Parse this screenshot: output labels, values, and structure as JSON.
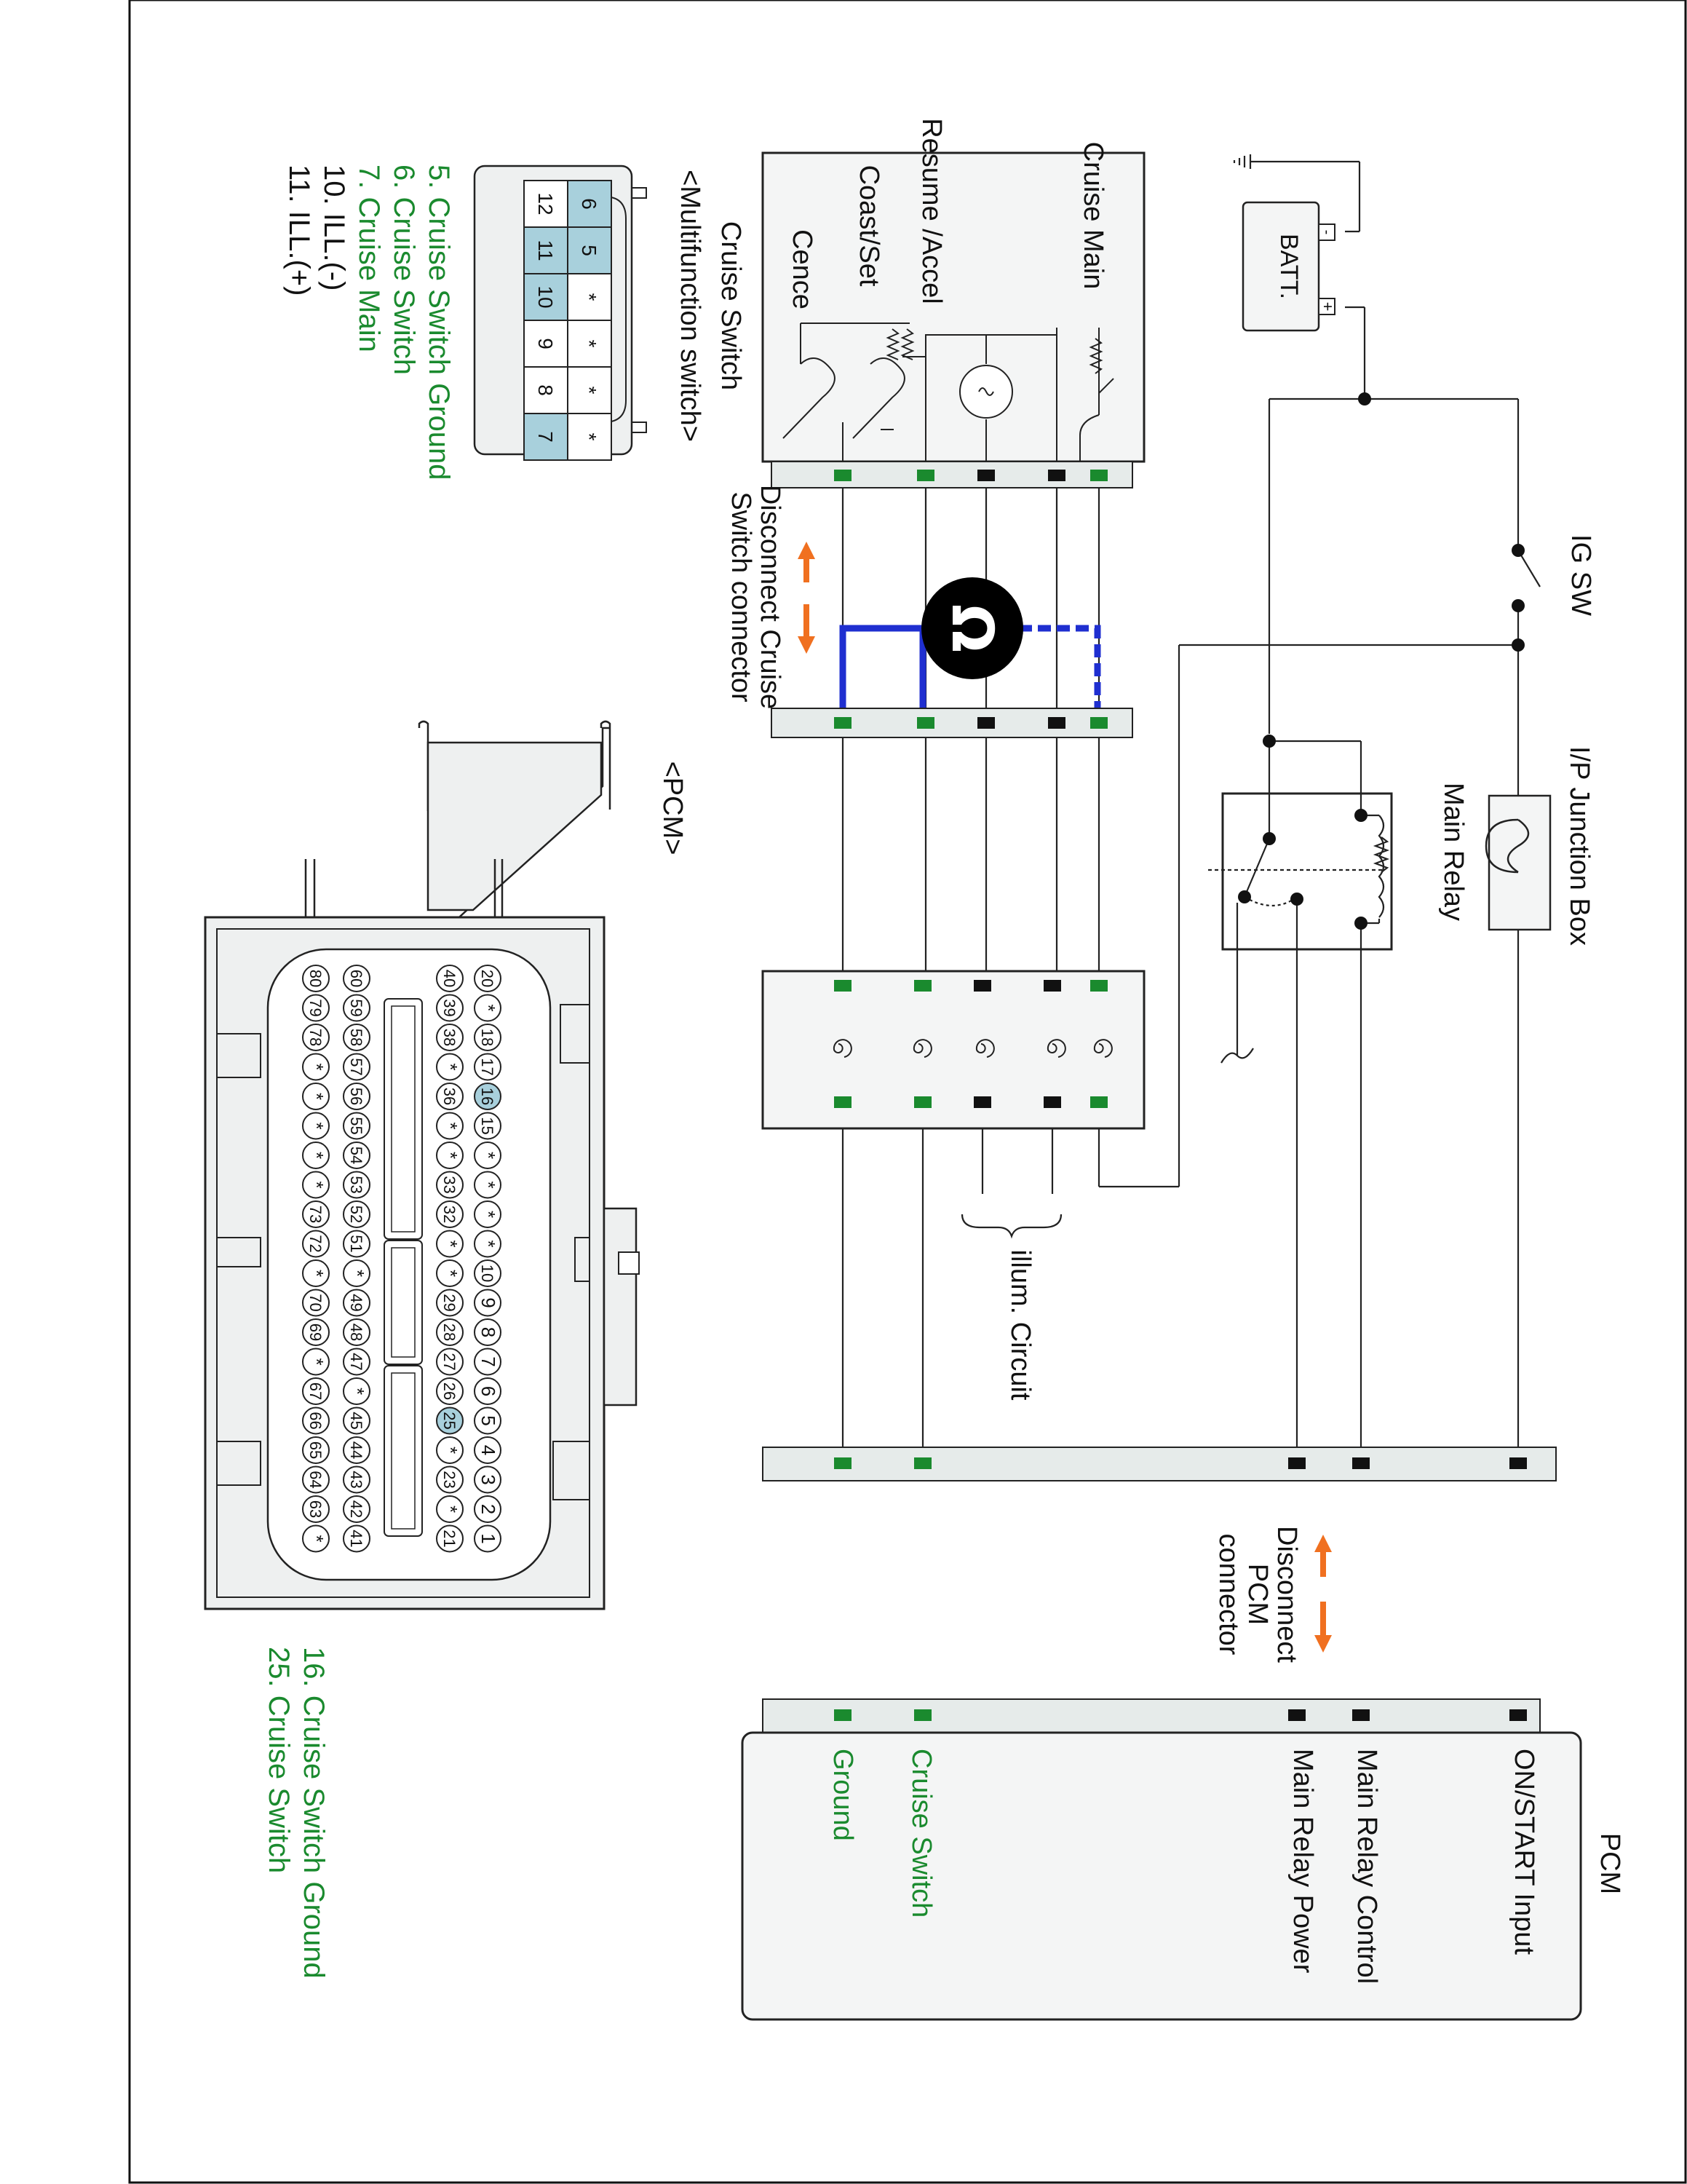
{
  "colors": {
    "green": "#1a8a2e",
    "pin_blue": "#a8d0dc",
    "orange": "#f07020",
    "probe_blue": "#1f2fd0",
    "box_fill": "#f4f5f5",
    "connector_fill": "#e6ebea"
  },
  "labels": {
    "ig_sw": "IG SW",
    "ip_junction_box": "I/P Junction Box",
    "main_relay": "Main Relay",
    "batt": "BATT.",
    "batt_minus": "-",
    "batt_plus": "+",
    "cruise_main": "Cruise Main",
    "resume_accel": "Resume /Accel",
    "coast_set": "Coast/Set",
    "cence": "Cence",
    "cruise_switch": "Cruise Switch",
    "multifunction_switch": "<Multifunction switch>",
    "disconnect_cruise": "Disconnect Cruise Switch connector",
    "illum_circuit": "illum. Circuit",
    "pcm_connector_title": "<PCM>",
    "disconnect_pcm": "Disconnect PCM connector",
    "pcm": "PCM",
    "pcm_on_start": "ON/START Input",
    "pcm_main_relay_control": "Main Relay Control",
    "pcm_main_relay_power": "Main Relay Power",
    "pcm_cruise_switch": "Cruise Switch",
    "pcm_ground": "Ground",
    "ohm_symbol": "Ω"
  },
  "cruise_switch_pins": {
    "legend": [
      "5. Cruise Switch Ground",
      "6. Cruise Switch",
      "7. Cruise Main",
      "10. ILL.(-)",
      "11. ILL.(+)"
    ],
    "legend_green": [
      true,
      true,
      true,
      false,
      false
    ],
    "rows": [
      [
        {
          "t": "6",
          "hl": true
        },
        {
          "t": "5",
          "hl": true
        },
        {
          "t": "*",
          "hl": false
        },
        {
          "t": "*",
          "hl": false
        },
        {
          "t": "*",
          "hl": false
        },
        {
          "t": "*",
          "hl": false
        }
      ],
      [
        {
          "t": "12",
          "hl": false
        },
        {
          "t": "11",
          "hl": true
        },
        {
          "t": "10",
          "hl": true
        },
        {
          "t": "9",
          "hl": false
        },
        {
          "t": "8",
          "hl": false
        },
        {
          "t": "7",
          "hl": true
        }
      ]
    ]
  },
  "pcm_pins": {
    "legend": [
      "16. Cruise Switch Ground",
      "25. Cruise Switch"
    ],
    "rows": [
      [
        "20",
        "*",
        "18",
        "17",
        "16",
        "15",
        "*",
        "*",
        "*",
        "*",
        "10",
        "9",
        "8",
        "7",
        "6",
        "5",
        "4",
        "3",
        "2",
        "1"
      ],
      [
        "40",
        "39",
        "38",
        "*",
        "36",
        "*",
        "*",
        "33",
        "32",
        "*",
        "*",
        "29",
        "28",
        "27",
        "26",
        "25",
        "*",
        "23",
        "*",
        "21"
      ],
      [
        "60",
        "59",
        "58",
        "57",
        "56",
        "55",
        "54",
        "53",
        "52",
        "51",
        "*",
        "49",
        "48",
        "47",
        "*",
        "45",
        "44",
        "43",
        "42",
        "41"
      ],
      [
        "80",
        "79",
        "78",
        "*",
        "*",
        "*",
        "*",
        "*",
        "73",
        "72",
        "*",
        "70",
        "69",
        "*",
        "67",
        "66",
        "65",
        "64",
        "63",
        "*"
      ]
    ],
    "highlight": [
      "16",
      "25"
    ]
  }
}
